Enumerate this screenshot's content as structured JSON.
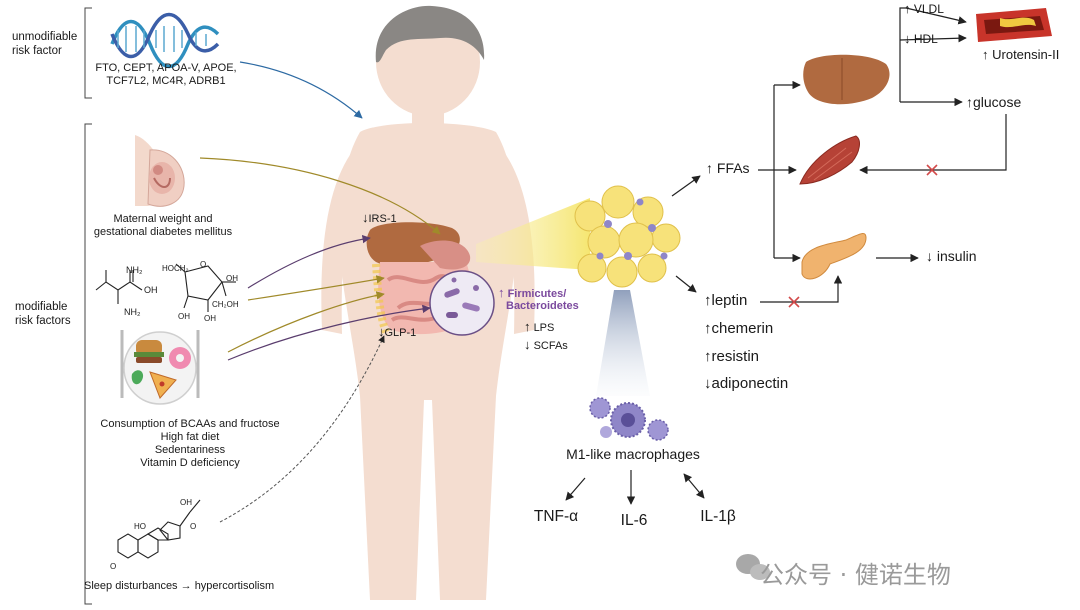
{
  "unmodifiable": {
    "label": "unmodifiable\nrisk factor",
    "genes_line1": "FTO, CEPT, APOA-V, APOE,",
    "genes_line2": "TCF7L2, MC4R, ADRB1"
  },
  "modifiable": {
    "label": "modifiable\nrisk factors",
    "maternal_line1": "Maternal weight and",
    "maternal_line2": "gestational diabetes mellitus",
    "diet_line1": "Consumption of BCAAs  and fructose",
    "diet_line2": "High fat diet",
    "diet_line3": "Sedentariness",
    "diet_line4": "Vitamin D deficiency",
    "sleep": "Sleep disturbances",
    "hypercortisolism": "hypercortisolism"
  },
  "molecules": {
    "nh2": "NH₂",
    "oh": "OH",
    "o": "O",
    "hoch2": "HOCH₂",
    "ch2oh": "CH₂OH",
    "ho": "HO"
  },
  "body": {
    "irs1": "IRS-1",
    "glp1": "GLP-1",
    "firmicutes_line1": "Firmicutes/",
    "firmicutes_line2": "Bacteroidetes",
    "lps": "LPS",
    "scfas": "SCFAs"
  },
  "right": {
    "ffas": "FFAs",
    "vldl": "VLDL",
    "hdl": "HDL",
    "urotensin": "Urotensin-II",
    "glucose": "glucose",
    "insulin": "insulin",
    "leptin": "leptin",
    "chemerin": "chemerin",
    "resistin": "resistin",
    "adiponectin": "adiponectin",
    "macrophages": "M1-like macrophages",
    "tnf": "TNF-α",
    "il6": "IL-6",
    "il1b": "IL-1β"
  },
  "arrows": {
    "up": "↑",
    "down": "↓",
    "right": "→"
  },
  "watermark": "公众号 · 健诺生物",
  "colors": {
    "skin": "#f4ddd0",
    "hair": "#8a8784",
    "liver": "#b06a40",
    "fat": "#f7e27a",
    "muscle": "#b64236",
    "pancreas": "#f0b36e",
    "macrophage": "#8f86c8",
    "red_x": "#d34a4a"
  }
}
